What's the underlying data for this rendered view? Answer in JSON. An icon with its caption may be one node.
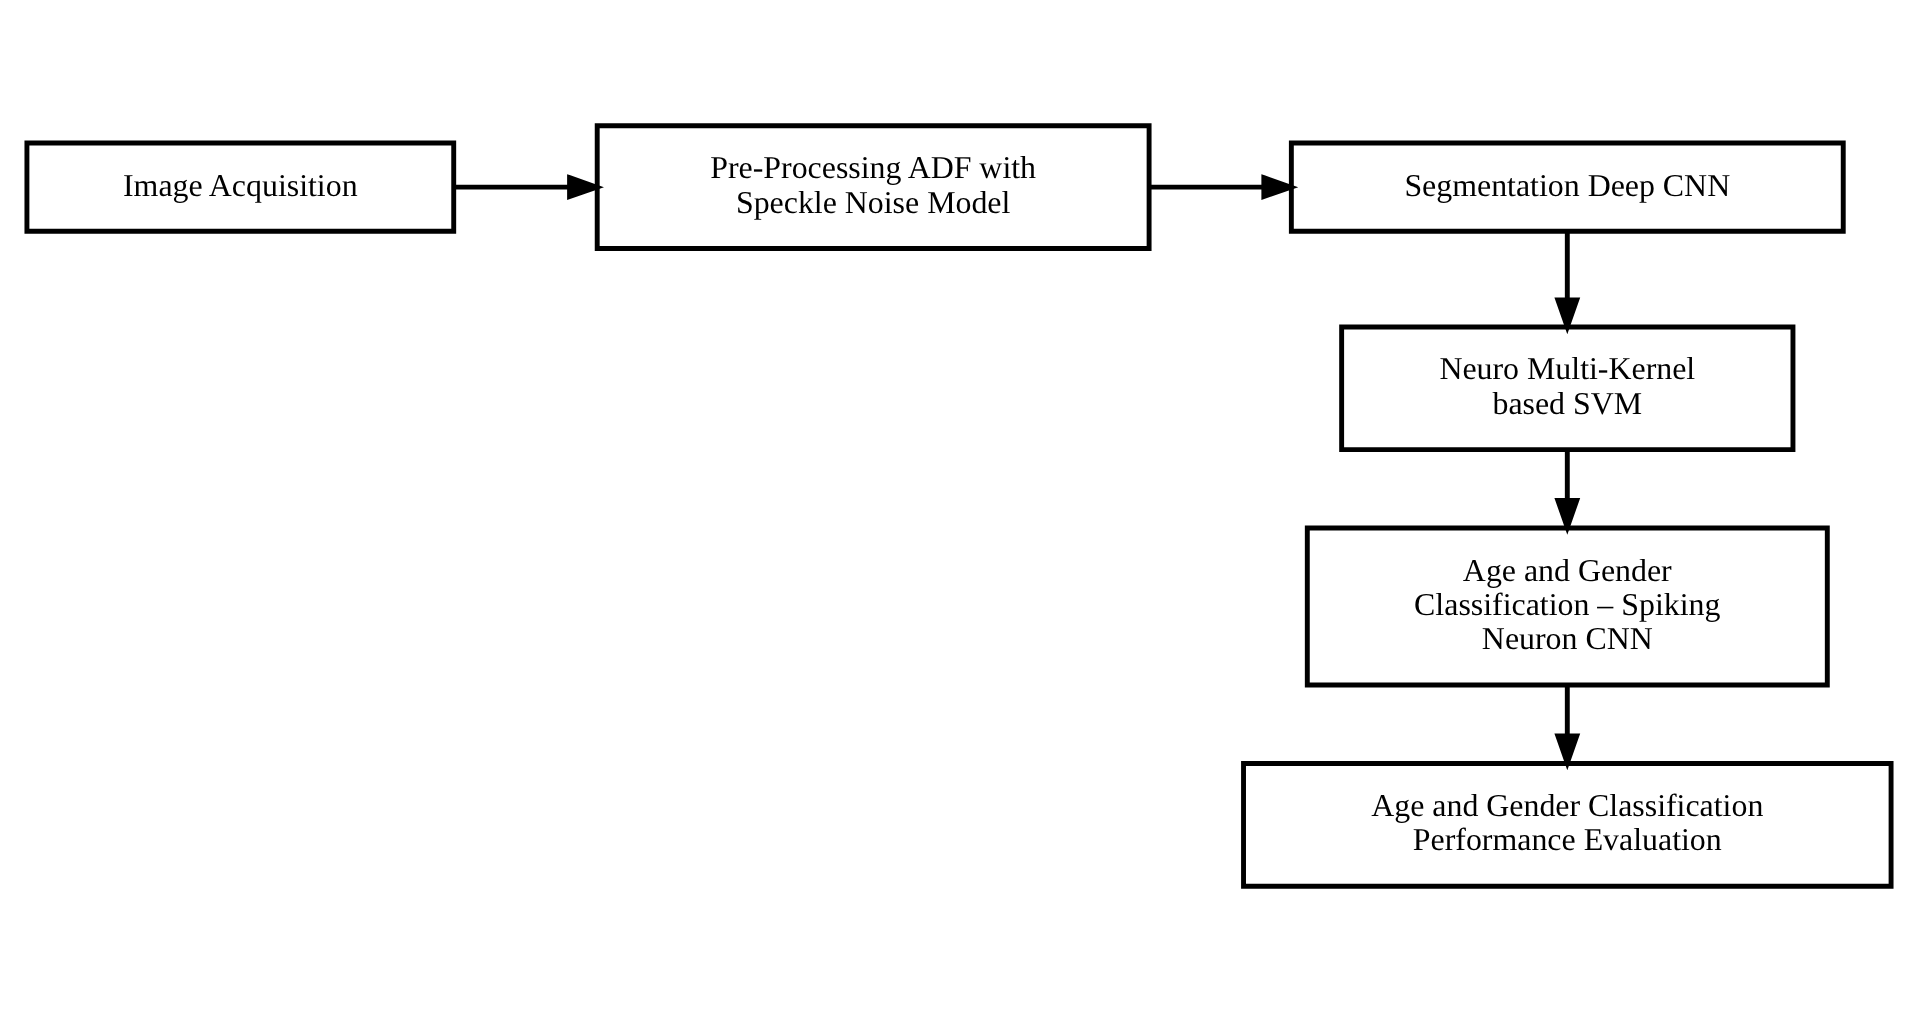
{
  "diagram": {
    "nodes": [
      {
        "text": [
          "Image Acquisition"
        ]
      },
      {
        "text": [
          "Pre-Processing ADF with Speckle Noise Model"
        ]
      },
      {
        "text": [
          "Segmentation Deep CNN"
        ]
      },
      {
        "text": [
          "Neuro Multi-Kernel based SVM"
        ]
      },
      {
        "text": [
          "Age and Gender Classification – Spiking Neuron CNN"
        ]
      },
      {
        "text": [
          "Age and Gender Classification Performance Evaluation"
        ]
      }
    ],
    "edges": [
      {
        "from": 0,
        "to": 1,
        "arrow": "to"
      },
      {
        "from": 1,
        "to": 2,
        "arrow": "to"
      },
      {
        "from": 2,
        "to": 3,
        "arrow": "to"
      },
      {
        "from": 3,
        "to": 4,
        "arrow": "to"
      },
      {
        "from": 4,
        "to": 5,
        "arrow": "to"
      }
    ]
  }
}
